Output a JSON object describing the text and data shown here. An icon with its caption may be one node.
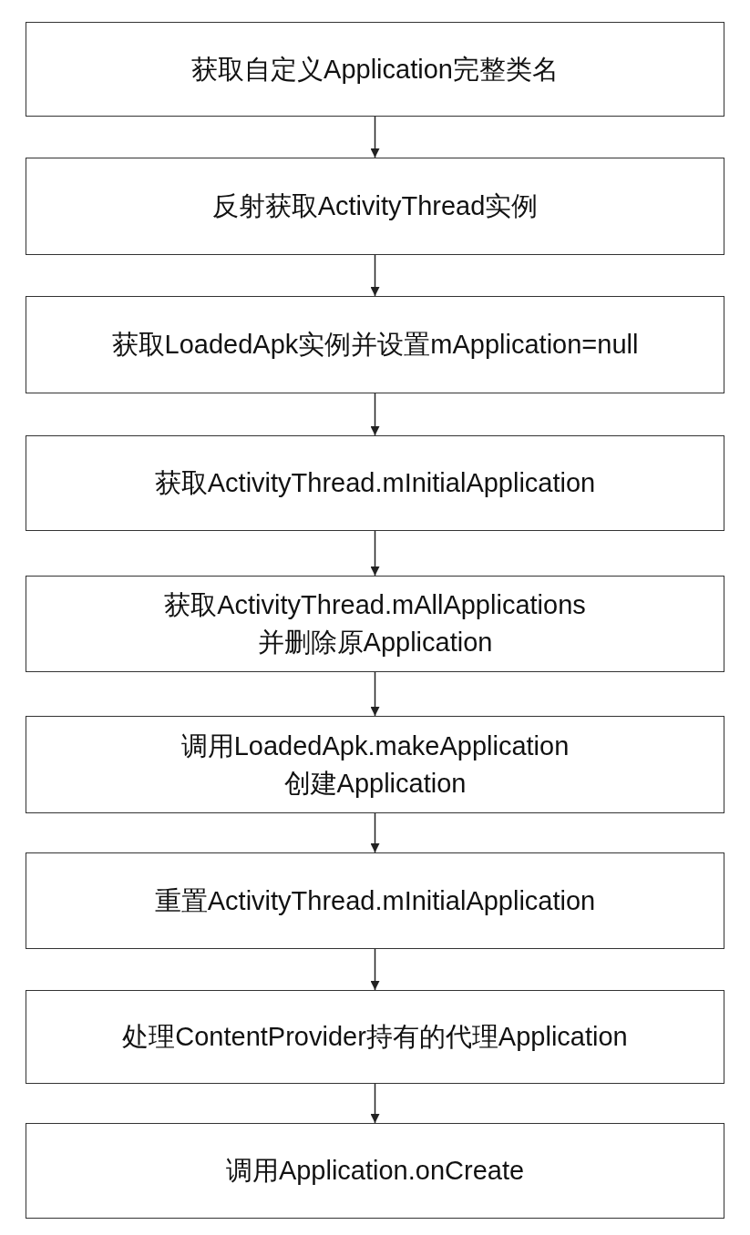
{
  "diagram": {
    "nodes": [
      {
        "text": [
          "获取自定义Application完整类名"
        ]
      },
      {
        "text": [
          "反射获取ActivityThread实例"
        ]
      },
      {
        "text": [
          "获取LoadedApk实例并设置mApplication=null"
        ]
      },
      {
        "text": [
          "获取ActivityThread.mInitialApplication"
        ]
      },
      {
        "text": [
          "获取ActivityThread.mAllApplications 并删除原Application"
        ]
      },
      {
        "text": [
          "调用LoadedApk.makeApplication 创建Application"
        ]
      },
      {
        "text": [
          "重置ActivityThread.mInitialApplication"
        ]
      },
      {
        "text": [
          "处理ContentProvider持有的代理Application"
        ]
      },
      {
        "text": [
          "调用Application.onCreate"
        ]
      }
    ],
    "edges": [
      {
        "from": 0,
        "to": 1,
        "arrow": "to"
      },
      {
        "from": 1,
        "to": 2,
        "arrow": "to"
      },
      {
        "from": 2,
        "to": 3,
        "arrow": "to"
      },
      {
        "from": 3,
        "to": 4,
        "arrow": "to"
      },
      {
        "from": 4,
        "to": 5,
        "arrow": "to"
      },
      {
        "from": 5,
        "to": 6,
        "arrow": "to"
      },
      {
        "from": 6,
        "to": 7,
        "arrow": "to"
      },
      {
        "from": 7,
        "to": 8,
        "arrow": "to"
      }
    ]
  }
}
